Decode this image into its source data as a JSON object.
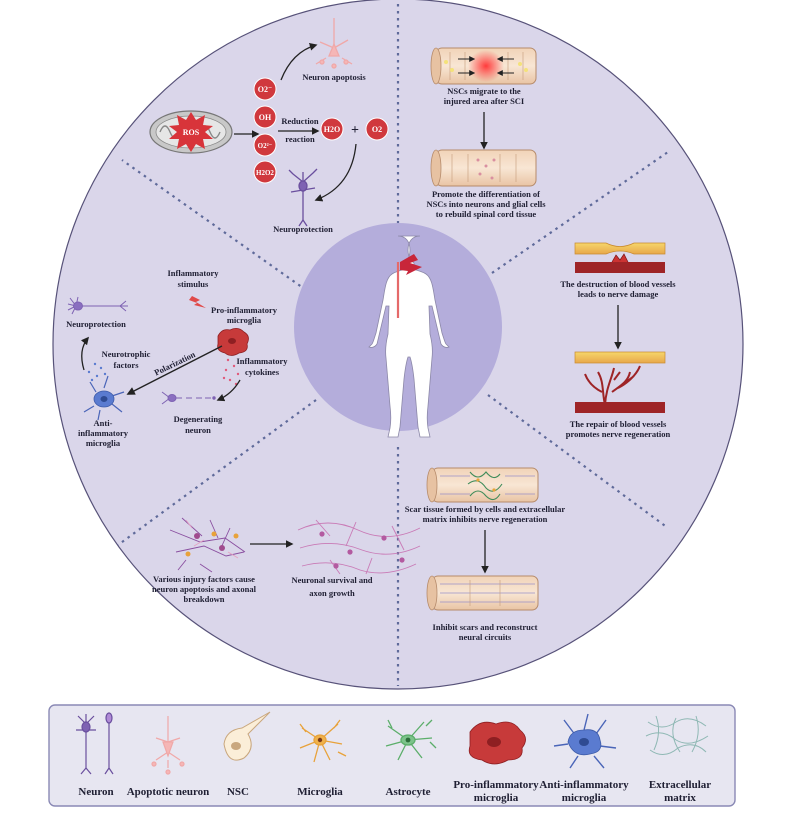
{
  "colors": {
    "wheel_fill": "#dad6ea",
    "wheel_stroke": "#575279",
    "center_fill": "#b4addb",
    "ros_red": "#d0383d",
    "legend_fill": "#e7e6f1",
    "legend_stroke": "#8a89b5",
    "neuron_purple": "#6a4f9e",
    "apoptotic_pink": "#f0a8a8",
    "microglia_orange": "#e8a23a",
    "astrocyte_green": "#5bae6a",
    "pro_inflammatory_red": "#c73a3a",
    "anti_inflammatory_blue": "#5a7bd0",
    "ecm_teal": "#8fb8b4"
  },
  "segments": {
    "oxidative": {
      "ros": "ROS",
      "species": [
        "O2⁻",
        "OH",
        "O2²⁻",
        "H2O2"
      ],
      "neuron_apoptosis": "Neuron apoptosis",
      "reduction_reaction": [
        "Reduction",
        "reaction"
      ],
      "h2o": "H2O",
      "plus": "+",
      "o2": "O2",
      "neuroprotection": "Neuroprotection"
    },
    "nsc": {
      "migrate": [
        "NSCs migrate to the",
        "injured area after SCI"
      ],
      "differentiate": [
        "Promote the differentiation of",
        "NSCs into neurons and glial cells",
        "to rebuild spinal cord tissue"
      ]
    },
    "vessels": {
      "destruction": [
        "The destruction of blood vessels",
        "leads to nerve damage"
      ],
      "repair": [
        "The repair of blood vessels",
        "promotes nerve regeneration"
      ]
    },
    "scar": {
      "scar_tissue": [
        "Scar tissue formed by cells and extracellular",
        "matrix inhibits nerve regeneration"
      ],
      "inhibit": [
        "Inhibit scars and reconstruct",
        "neural circuits"
      ]
    },
    "axon": {
      "injury": [
        "Various injury factors cause",
        "neuron apoptosis and axonal",
        "breakdown"
      ],
      "survival": [
        "Neuronal survival and",
        "axon growth"
      ]
    },
    "inflammation": {
      "stimulus": [
        "Inflammatory",
        "stimulus"
      ],
      "pro": [
        "Pro-inflammatory",
        "microglia"
      ],
      "cytokines": [
        "Inflammatory",
        "cytokines"
      ],
      "degenerating": [
        "Degenerating",
        "neuron"
      ],
      "polarization": "Polarization",
      "anti": [
        "Anti-",
        "inflammatory",
        "microglia"
      ],
      "neurotrophic": [
        "Neurotrophic",
        "factors"
      ],
      "neuroprotection": "Neuroprotection"
    }
  },
  "legend": [
    {
      "icon": "neuron-icon",
      "label": [
        "Neuron"
      ]
    },
    {
      "icon": "apoptotic-neuron-icon",
      "label": [
        "Apoptotic neuron"
      ]
    },
    {
      "icon": "nsc-icon",
      "label": [
        "NSC"
      ]
    },
    {
      "icon": "microglia-icon",
      "label": [
        "Microglia"
      ]
    },
    {
      "icon": "astrocyte-icon",
      "label": [
        "Astrocyte"
      ]
    },
    {
      "icon": "pro-inflammatory-microglia-icon",
      "label": [
        "Pro-inflammatory",
        "microglia"
      ]
    },
    {
      "icon": "anti-inflammatory-microglia-icon",
      "label": [
        "Anti-inflammatory",
        "microglia"
      ]
    },
    {
      "icon": "extracellular-matrix-icon",
      "label": [
        "Extracellular",
        "matrix"
      ]
    }
  ]
}
